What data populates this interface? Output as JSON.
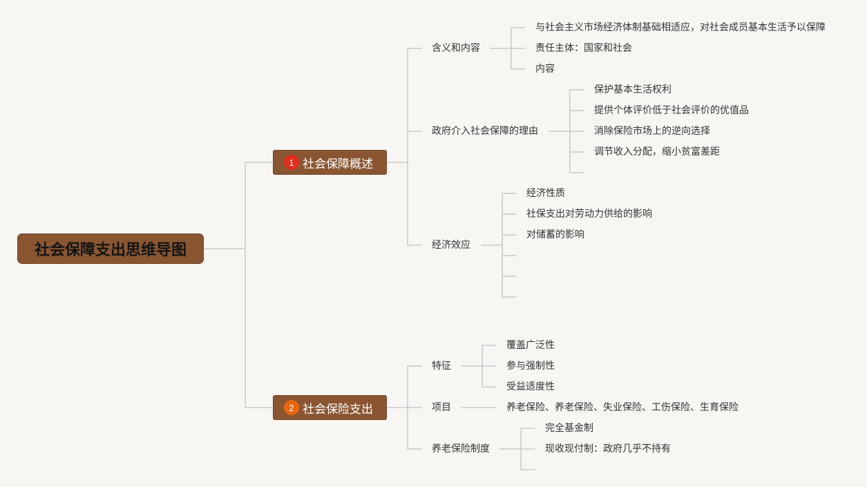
{
  "colors": {
    "background": "#f7f6f3",
    "node_fill": "#8a5632",
    "node_border": "#6f4325",
    "root_text": "#141414",
    "topic_text": "#ffffff",
    "body_text": "#333333",
    "line": "#c9c9c9"
  },
  "root": {
    "label": "社会保障支出思维导图"
  },
  "topics": [
    {
      "number": "1",
      "badge_color": "#df2f1c",
      "label": "社会保障概述",
      "branches": [
        {
          "label": "含义和内容",
          "leaves": [
            "与社会主义市场经济体制基础相适应，对社会成员基本生活予以保障",
            "责任主体：国家和社会",
            "内容"
          ]
        },
        {
          "label": "政府介入社会保障的理由",
          "leaves": [
            "保护基本生活权利",
            "提供个体评价低于社会评价的优值品",
            "消除保险市场上的逆向选择",
            "调节收入分配，缩小贫富差距"
          ]
        },
        {
          "label": "经济效应",
          "leaves": [
            "经济性质",
            "社保支出对劳动力供给的影响",
            "对储蓄的影响"
          ]
        }
      ]
    },
    {
      "number": "2",
      "badge_color": "#e8670e",
      "label": "社会保险支出",
      "branches": [
        {
          "label": "特征",
          "leaves": [
            "覆盖广泛性",
            "参与强制性",
            "受益适度性"
          ]
        },
        {
          "label": "项目",
          "leaves": [
            "养老保险、养老保险、失业保险、工伤保险、生育保险"
          ]
        },
        {
          "label": "养老保险制度",
          "leaves": [
            "完全基金制",
            "现收现付制：政府几乎不持有"
          ]
        }
      ]
    }
  ]
}
